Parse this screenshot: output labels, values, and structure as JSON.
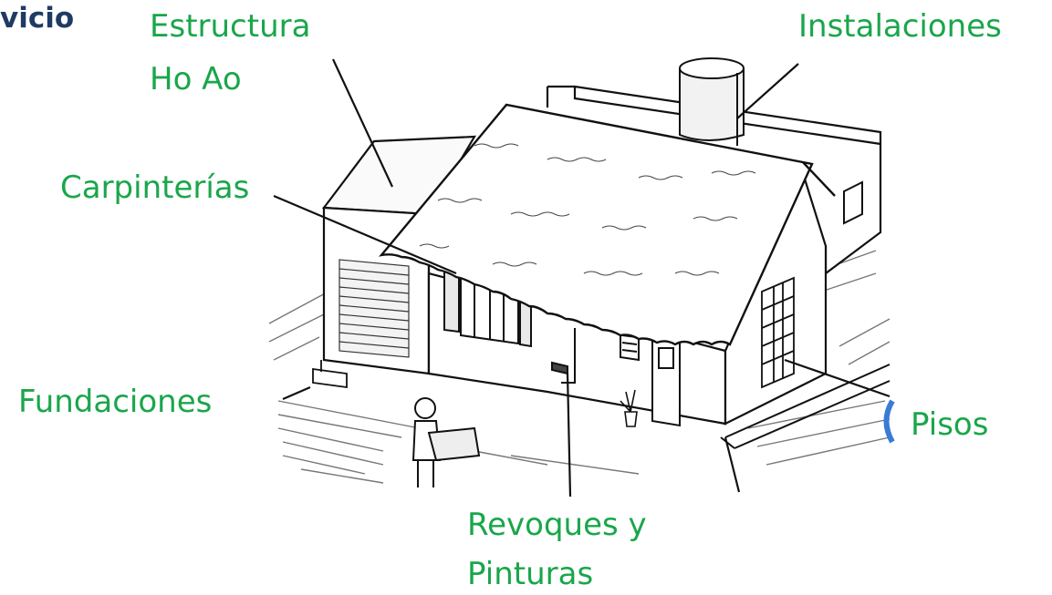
{
  "header": {
    "partial_title": "vicio"
  },
  "labels": {
    "estructura_line1": "Estructura",
    "estructura_line2": "Ho Ao",
    "instalaciones": "Instalaciones",
    "carpinterias": "Carpinterías",
    "fundaciones": "Fundaciones",
    "pisos": "Pisos",
    "revoques_line1": "Revoques y",
    "revoques_line2": "Pinturas"
  },
  "colors": {
    "label_green": "#1aa64b",
    "header_navy": "#1f3b64",
    "line_black": "#111111",
    "accent_blue": "#3a7bd5"
  },
  "illustration": {
    "icon": "house-construction-illustration"
  }
}
